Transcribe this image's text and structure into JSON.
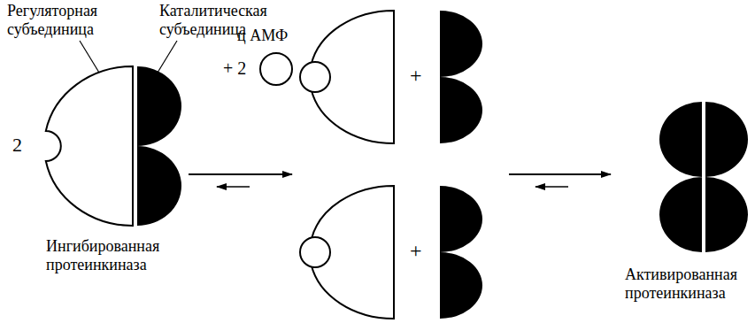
{
  "diagram": {
    "labels": [
      "Регуляторная субъединица",
      "Каталитическая субъединица",
      "ц АМФ",
      "+",
      "2",
      "+ 2",
      "+",
      "Ингибированная протеинкиназа",
      "Активированная протеинкиназа"
    ]
  }
}
